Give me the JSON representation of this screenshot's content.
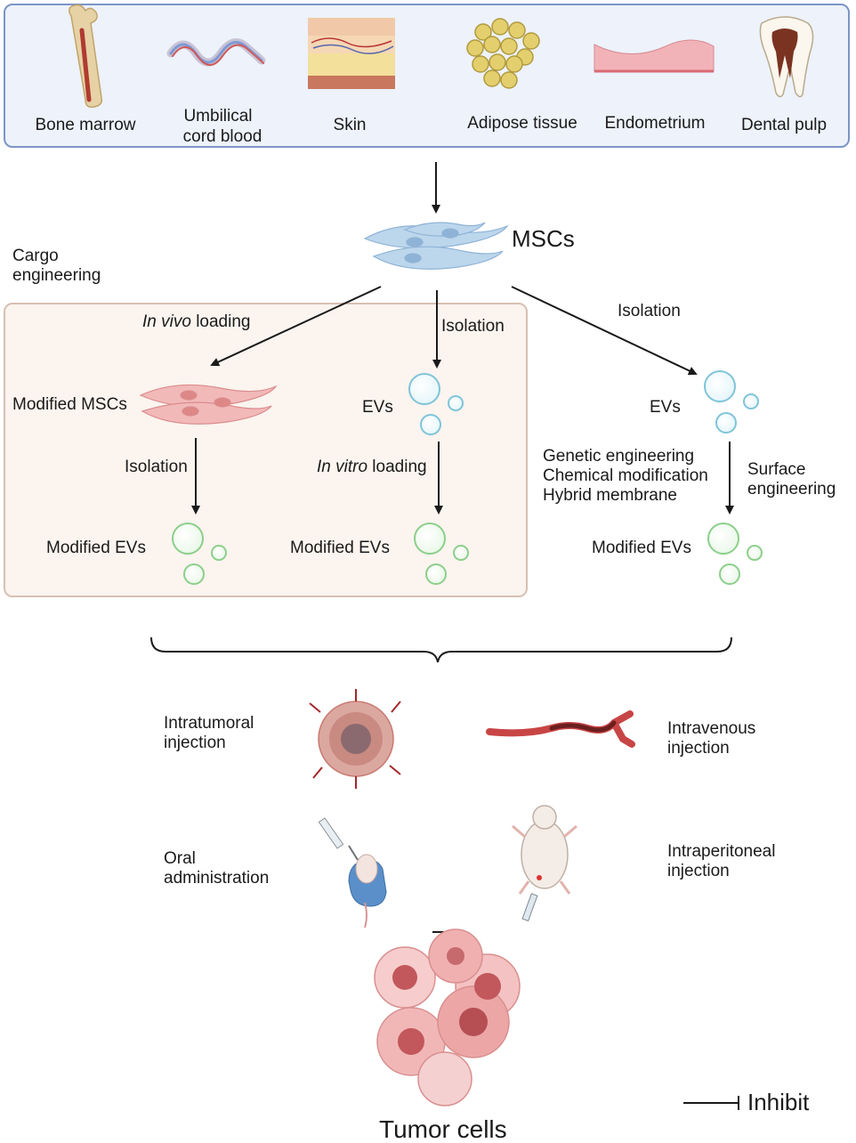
{
  "sources": {
    "bone_marrow": "Bone marrow",
    "umbilical_line1": "Umbilical",
    "umbilical_line2": "cord blood",
    "skin": "Skin",
    "adipose": "Adipose tissue",
    "endometrium": "Endometrium",
    "dental_pulp": "Dental pulp"
  },
  "mscs_label": "MSCs",
  "cargo": {
    "title_line1": "Cargo",
    "title_line2": "engineering",
    "in_vivo_italic": "In vivo",
    "in_vivo_rest": " loading",
    "isolation_center": "Isolation",
    "modified_mscs": "Modified MSCs",
    "evs_center": "EVs",
    "isolation_left": "Isolation",
    "in_vitro_italic": "In vitro",
    "in_vitro_rest": " loading",
    "modified_evs_left": "Modified EVs",
    "modified_evs_center": "Modified EVs"
  },
  "surface": {
    "isolation_right": "Isolation",
    "evs_right": "EVs",
    "methods": [
      "Genetic engineering",
      "Chemical modification",
      "Hybrid membrane"
    ],
    "surface_line1": "Surface",
    "surface_line2": "engineering",
    "modified_evs_right": "Modified EVs"
  },
  "routes": {
    "intratumoral_line1": "Intratumoral",
    "intratumoral_line2": "injection",
    "intravenous_line1": "Intravenous",
    "intravenous_line2": "injection",
    "oral_line1": "Oral",
    "oral_line2": "administration",
    "intraperitoneal_line1": "Intraperitoneal",
    "intraperitoneal_line2": "injection"
  },
  "tumor_label": "Tumor cells",
  "legend": {
    "inhibit": "Inhibit"
  },
  "colors": {
    "source_border": "#7c95c7",
    "source_bg": "#edf2fb",
    "cargo_border": "#d8c0b3",
    "cargo_bg": "#fbf4ef",
    "ev_blue": "#7fc4d8",
    "ev_green": "#8ccf8a",
    "msc_blue": "#9fc3e0",
    "msc_red": "#e79a9a",
    "tumor": "#e38a8a"
  }
}
